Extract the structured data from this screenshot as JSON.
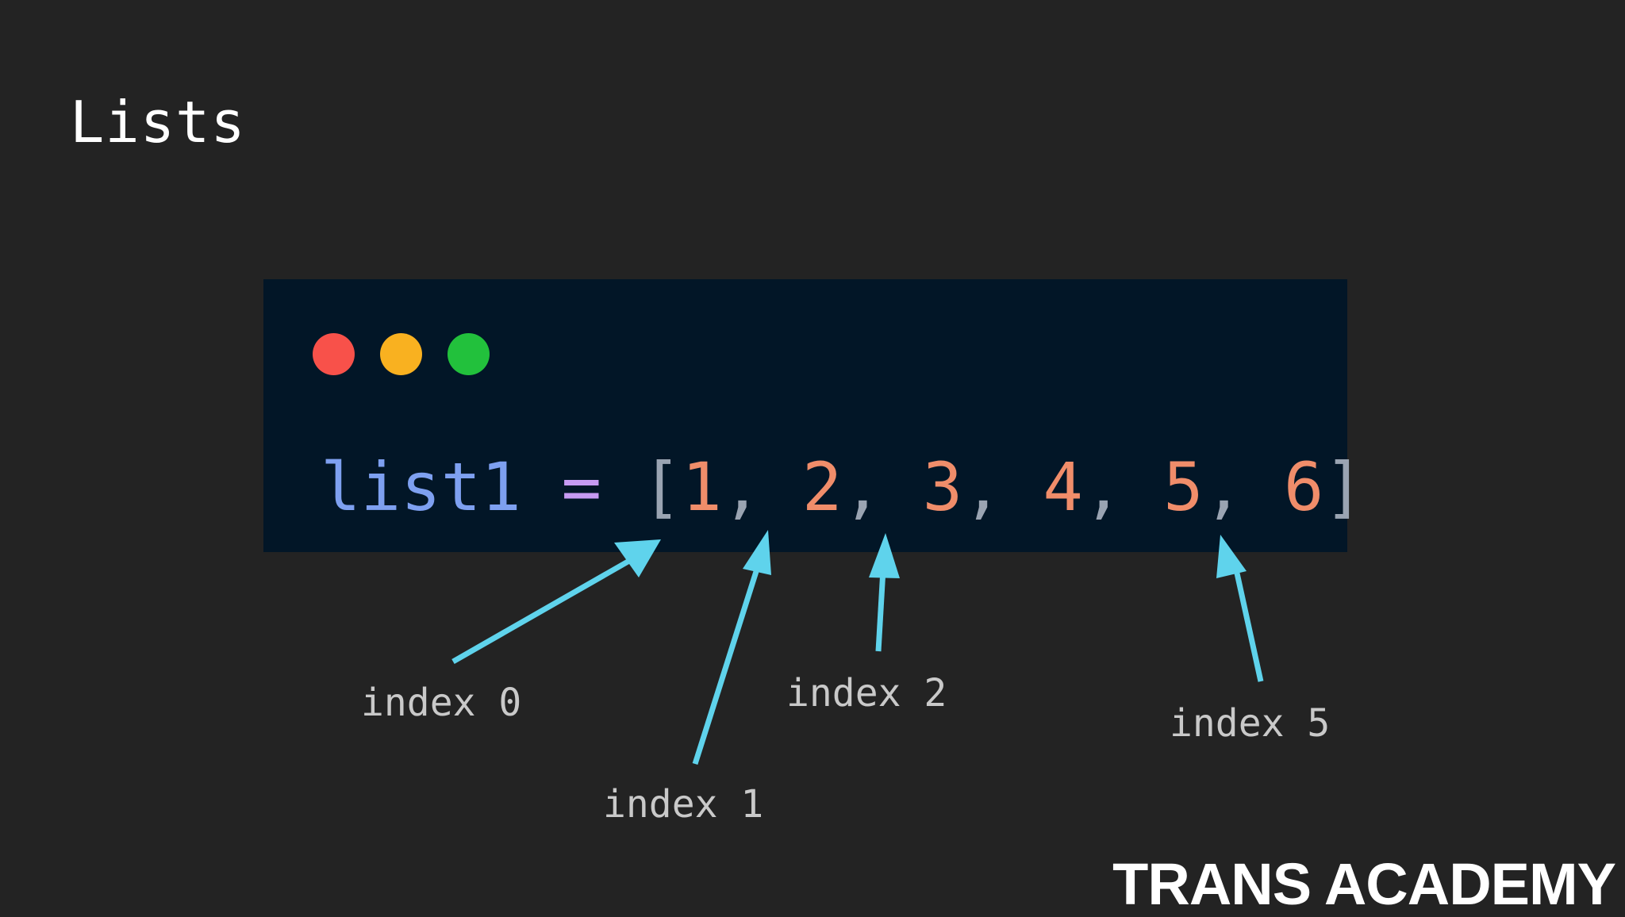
{
  "title": "Lists",
  "window_dots": [
    {
      "name": "red",
      "color": "#f8514a"
    },
    {
      "name": "yellow",
      "color": "#f9b120"
    },
    {
      "name": "green",
      "color": "#22c13c"
    }
  ],
  "code": {
    "variable": "list1",
    "operator": "=",
    "open_bracket": "[",
    "close_bracket": "]",
    "separator": ", ",
    "elements": [
      "1",
      "2",
      "3",
      "4",
      "5",
      "6"
    ]
  },
  "annotations": [
    {
      "label": "index 0",
      "points_to_element": "1"
    },
    {
      "label": "index 1",
      "points_to_element": "2"
    },
    {
      "label": "index 2",
      "points_to_element": "3"
    },
    {
      "label": "index 5",
      "points_to_element": "6"
    }
  ],
  "colors": {
    "background": "#232323",
    "code_background": "#021627",
    "arrow": "#5fd3ec",
    "variable": "#7ea0f0",
    "number": "#f08d6a",
    "operator": "#c79bf2"
  },
  "brand": "TRANS ACADEMY"
}
